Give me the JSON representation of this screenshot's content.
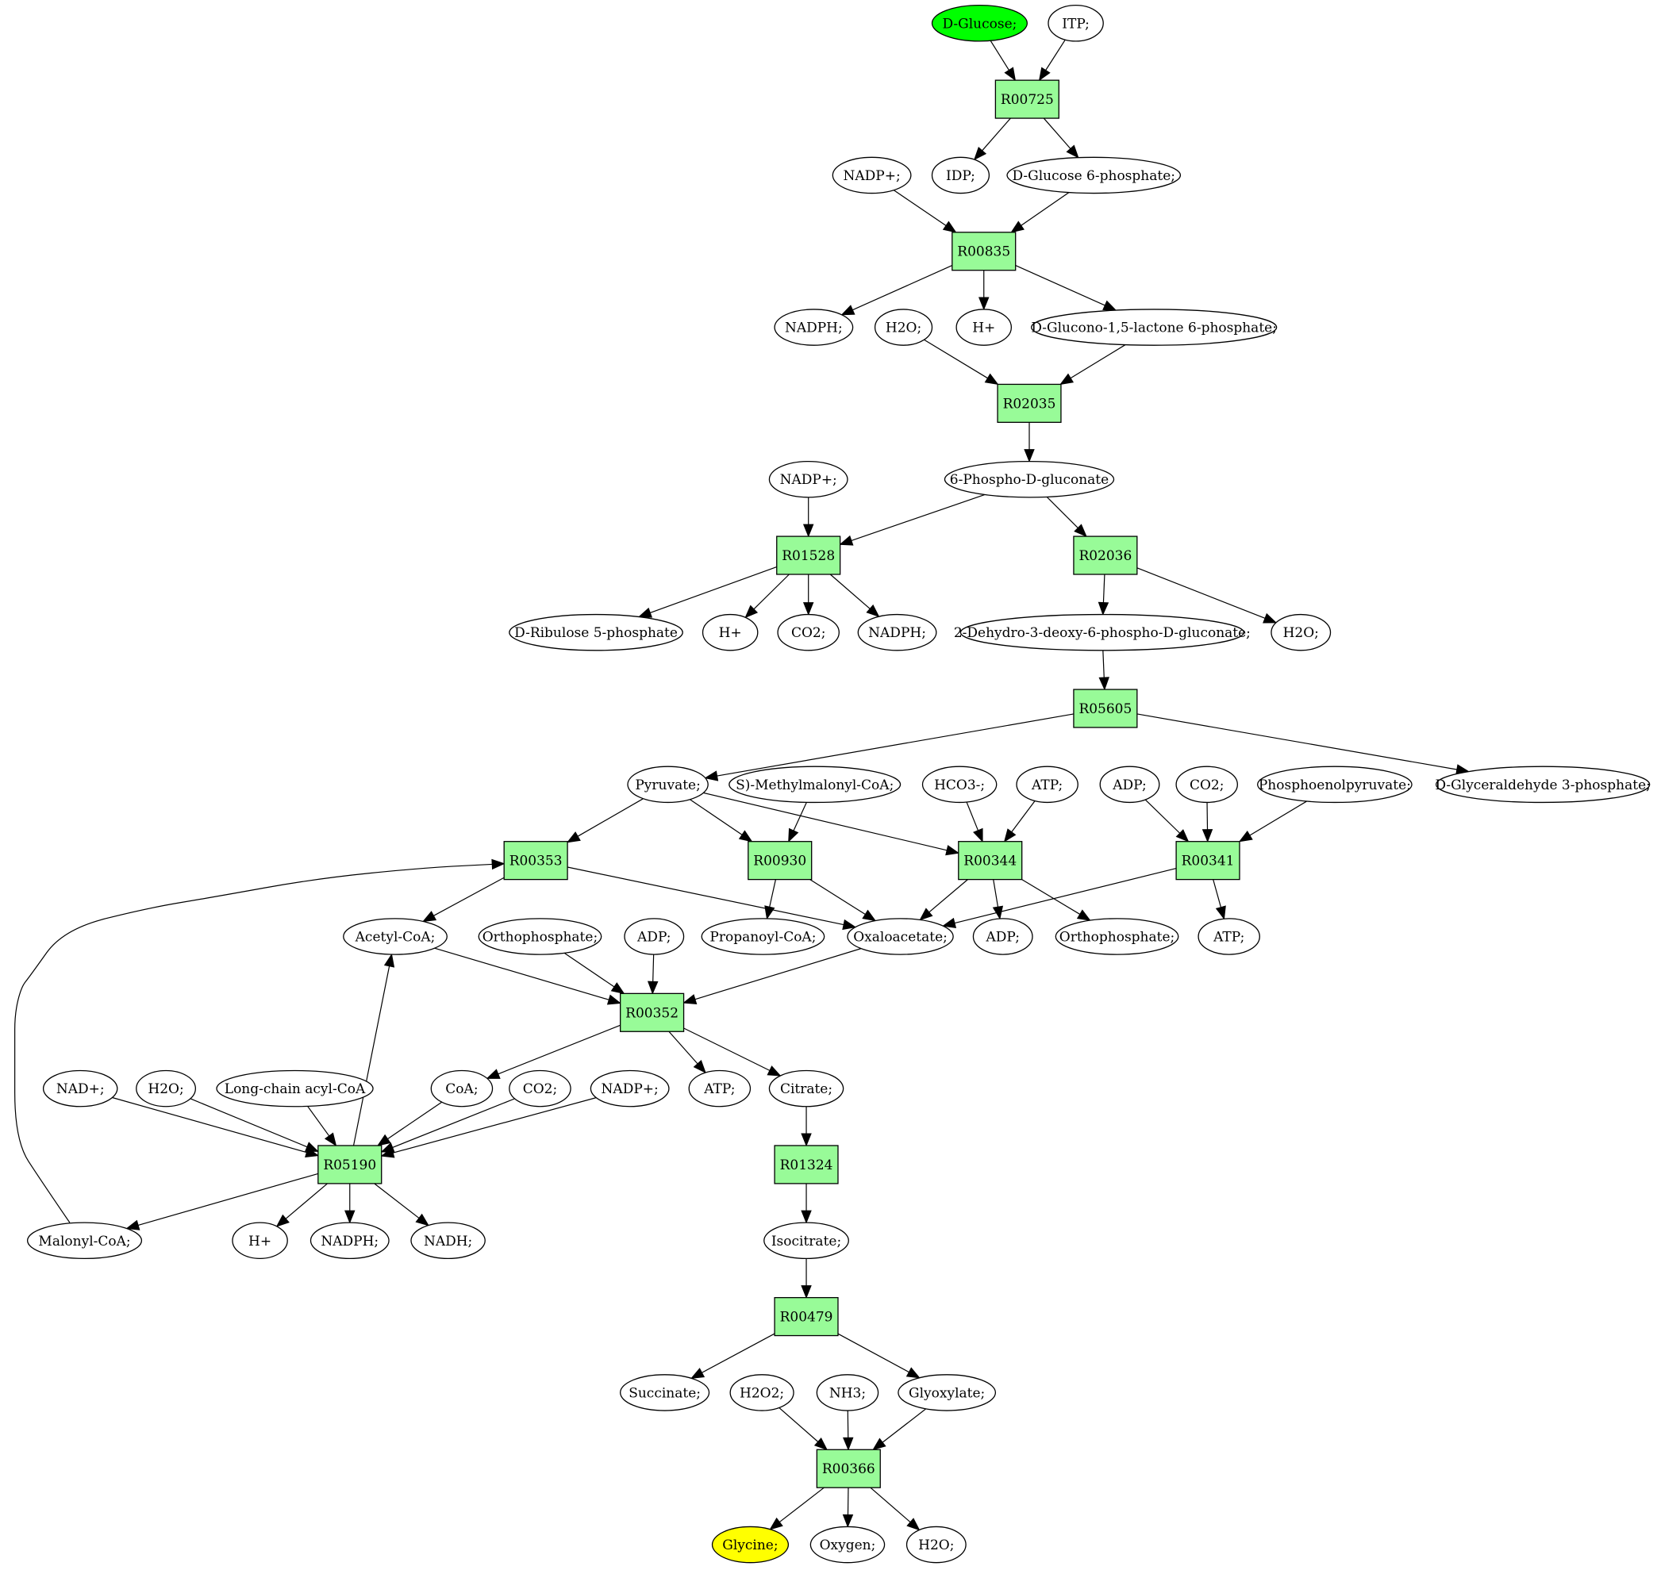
{
  "colors": {
    "reaction_fill": "#98fb98",
    "start_fill": "#00ff00",
    "target_fill": "#ffff00",
    "default_fill": "#ffffff",
    "stroke": "#000000"
  },
  "nodes": {
    "c_glucose": {
      "label": "D-Glucose;",
      "kind": "start"
    },
    "c_itp": {
      "label": "ITP;"
    },
    "r_00725": {
      "label": "R00725",
      "kind": "reaction"
    },
    "c_nadp_1": {
      "label": "NADP+;"
    },
    "c_idp": {
      "label": "IDP;"
    },
    "c_g6p": {
      "label": "D-Glucose 6-phosphate;"
    },
    "r_00835": {
      "label": "R00835",
      "kind": "reaction"
    },
    "c_nadph_1": {
      "label": "NADPH;"
    },
    "c_h2o_1": {
      "label": "H2O;"
    },
    "c_hplus_1": {
      "label": "H+"
    },
    "c_glucono": {
      "label": "D-Glucono-1,5-lactone 6-phosphate;"
    },
    "r_02035": {
      "label": "R02035",
      "kind": "reaction"
    },
    "c_nadp_2": {
      "label": "NADP+;"
    },
    "c_6pg": {
      "label": "6-Phospho-D-gluconate"
    },
    "r_01528": {
      "label": "R01528",
      "kind": "reaction"
    },
    "r_02036": {
      "label": "R02036",
      "kind": "reaction"
    },
    "c_ru5p": {
      "label": "D-Ribulose 5-phosphate"
    },
    "c_hplus_2": {
      "label": "H+"
    },
    "c_co2_1": {
      "label": "CO2;"
    },
    "c_nadph_2": {
      "label": "NADPH;"
    },
    "c_kdpg": {
      "label": "2-Dehydro-3-deoxy-6-phospho-D-gluconate;"
    },
    "c_h2o_2": {
      "label": "H2O;"
    },
    "r_05605": {
      "label": "R05605",
      "kind": "reaction"
    },
    "c_pyruvate": {
      "label": "Pyruvate;"
    },
    "c_mmcoa": {
      "label": "S)-Methylmalonyl-CoA;"
    },
    "c_hco3": {
      "label": "HCO3-;"
    },
    "c_atp_1": {
      "label": "ATP;"
    },
    "c_adp_1": {
      "label": "ADP;"
    },
    "c_co2_2": {
      "label": "CO2;"
    },
    "c_pep": {
      "label": "Phosphoenolpyruvate;"
    },
    "c_gap": {
      "label": "D-Glyceraldehyde 3-phosphate;"
    },
    "r_00353": {
      "label": "R00353",
      "kind": "reaction"
    },
    "r_00930": {
      "label": "R00930",
      "kind": "reaction"
    },
    "r_00344": {
      "label": "R00344",
      "kind": "reaction"
    },
    "r_00341": {
      "label": "R00341",
      "kind": "reaction"
    },
    "c_acetylcoa": {
      "label": "Acetyl-CoA;"
    },
    "c_pi_1": {
      "label": "Orthophosphate;"
    },
    "c_adp_2": {
      "label": "ADP;"
    },
    "c_propanoylcoa": {
      "label": "Propanoyl-CoA;"
    },
    "c_oaa": {
      "label": "Oxaloacetate;"
    },
    "c_adp_3": {
      "label": "ADP;"
    },
    "c_pi_2": {
      "label": "Orthophosphate;"
    },
    "c_atp_2": {
      "label": "ATP;"
    },
    "r_00352": {
      "label": "R00352",
      "kind": "reaction"
    },
    "c_nad": {
      "label": "NAD+;"
    },
    "c_h2o_3": {
      "label": "H2O;"
    },
    "c_lcacoa": {
      "label": "Long-chain acyl-CoA"
    },
    "c_coa": {
      "label": "CoA;"
    },
    "c_co2_3": {
      "label": "CO2;"
    },
    "c_nadp_3": {
      "label": "NADP+;"
    },
    "c_atp_3": {
      "label": "ATP;"
    },
    "c_citrate": {
      "label": "Citrate;"
    },
    "r_05190": {
      "label": "R05190",
      "kind": "reaction"
    },
    "r_01324": {
      "label": "R01324",
      "kind": "reaction"
    },
    "c_malonylcoa": {
      "label": "Malonyl-CoA;"
    },
    "c_hplus_3": {
      "label": "H+"
    },
    "c_nadph_3": {
      "label": "NADPH;"
    },
    "c_nadh": {
      "label": "NADH;"
    },
    "c_isocitrate": {
      "label": "Isocitrate;"
    },
    "r_00479": {
      "label": "R00479",
      "kind": "reaction"
    },
    "c_succinate": {
      "label": "Succinate;"
    },
    "c_h2o2": {
      "label": "H2O2;"
    },
    "c_nh3": {
      "label": "NH3;"
    },
    "c_glyoxylate": {
      "label": "Glyoxylate;"
    },
    "r_00366": {
      "label": "R00366",
      "kind": "reaction"
    },
    "c_glycine": {
      "label": "Glycine;",
      "kind": "target"
    },
    "c_oxygen": {
      "label": "Oxygen;"
    },
    "c_h2o_4": {
      "label": "H2O;"
    }
  },
  "edges": [
    [
      "c_glucose",
      "r_00725"
    ],
    [
      "c_itp",
      "r_00725"
    ],
    [
      "r_00725",
      "c_idp"
    ],
    [
      "r_00725",
      "c_g6p"
    ],
    [
      "c_nadp_1",
      "r_00835"
    ],
    [
      "c_g6p",
      "r_00835"
    ],
    [
      "r_00835",
      "c_nadph_1"
    ],
    [
      "r_00835",
      "c_hplus_1"
    ],
    [
      "r_00835",
      "c_glucono"
    ],
    [
      "c_h2o_1",
      "r_02035"
    ],
    [
      "c_glucono",
      "r_02035"
    ],
    [
      "r_02035",
      "c_6pg"
    ],
    [
      "c_nadp_2",
      "r_01528"
    ],
    [
      "c_6pg",
      "r_01528"
    ],
    [
      "c_6pg",
      "r_02036"
    ],
    [
      "r_01528",
      "c_ru5p"
    ],
    [
      "r_01528",
      "c_hplus_2"
    ],
    [
      "r_01528",
      "c_co2_1"
    ],
    [
      "r_01528",
      "c_nadph_2"
    ],
    [
      "r_02036",
      "c_kdpg"
    ],
    [
      "r_02036",
      "c_h2o_2"
    ],
    [
      "c_kdpg",
      "r_05605"
    ],
    [
      "r_05605",
      "c_pyruvate"
    ],
    [
      "r_05605",
      "c_gap"
    ],
    [
      "c_pyruvate",
      "r_00353"
    ],
    [
      "c_pyruvate",
      "r_00930"
    ],
    [
      "c_pyruvate",
      "r_00344"
    ],
    [
      "c_mmcoa",
      "r_00930"
    ],
    [
      "c_hco3",
      "r_00344"
    ],
    [
      "c_atp_1",
      "r_00344"
    ],
    [
      "c_adp_1",
      "r_00341"
    ],
    [
      "c_co2_2",
      "r_00341"
    ],
    [
      "c_pep",
      "r_00341"
    ],
    [
      "r_00353",
      "c_acetylcoa"
    ],
    [
      "r_00353",
      "c_oaa"
    ],
    [
      "r_00930",
      "c_propanoylcoa"
    ],
    [
      "r_00930",
      "c_oaa"
    ],
    [
      "r_00344",
      "c_oaa"
    ],
    [
      "r_00344",
      "c_adp_3"
    ],
    [
      "r_00344",
      "c_pi_2"
    ],
    [
      "r_00341",
      "c_oaa"
    ],
    [
      "r_00341",
      "c_atp_2"
    ],
    [
      "c_acetylcoa",
      "r_00352"
    ],
    [
      "c_pi_1",
      "r_00352"
    ],
    [
      "c_adp_2",
      "r_00352"
    ],
    [
      "c_oaa",
      "r_00352"
    ],
    [
      "r_00352",
      "c_coa"
    ],
    [
      "r_00352",
      "c_atp_3"
    ],
    [
      "r_00352",
      "c_citrate"
    ],
    [
      "c_nad",
      "r_05190"
    ],
    [
      "c_h2o_3",
      "r_05190"
    ],
    [
      "c_lcacoa",
      "r_05190"
    ],
    [
      "c_coa",
      "r_05190"
    ],
    [
      "c_co2_3",
      "r_05190"
    ],
    [
      "c_nadp_3",
      "r_05190"
    ],
    [
      "r_05190",
      "c_acetylcoa"
    ],
    [
      "r_05190",
      "c_malonylcoa"
    ],
    [
      "r_05190",
      "c_hplus_3"
    ],
    [
      "r_05190",
      "c_nadph_3"
    ],
    [
      "r_05190",
      "c_nadh"
    ],
    [
      "c_malonylcoa",
      "r_00353"
    ],
    [
      "c_citrate",
      "r_01324"
    ],
    [
      "r_01324",
      "c_isocitrate"
    ],
    [
      "c_isocitrate",
      "r_00479"
    ],
    [
      "r_00479",
      "c_succinate"
    ],
    [
      "r_00479",
      "c_glyoxylate"
    ],
    [
      "c_h2o2",
      "r_00366"
    ],
    [
      "c_nh3",
      "r_00366"
    ],
    [
      "c_glyoxylate",
      "r_00366"
    ],
    [
      "r_00366",
      "c_glycine"
    ],
    [
      "r_00366",
      "c_oxygen"
    ],
    [
      "r_00366",
      "c_h2o_4"
    ]
  ]
}
